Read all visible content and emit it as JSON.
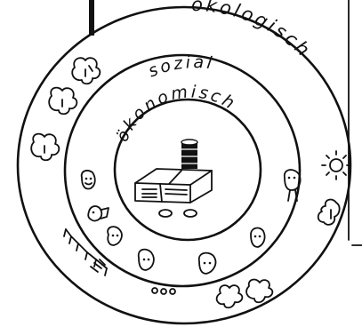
{
  "diagram": {
    "rings": [
      {
        "id": "outer",
        "label": "ökologisch"
      },
      {
        "id": "middle",
        "label": "sozial"
      },
      {
        "id": "inner",
        "label": "ökonomisch"
      }
    ]
  }
}
